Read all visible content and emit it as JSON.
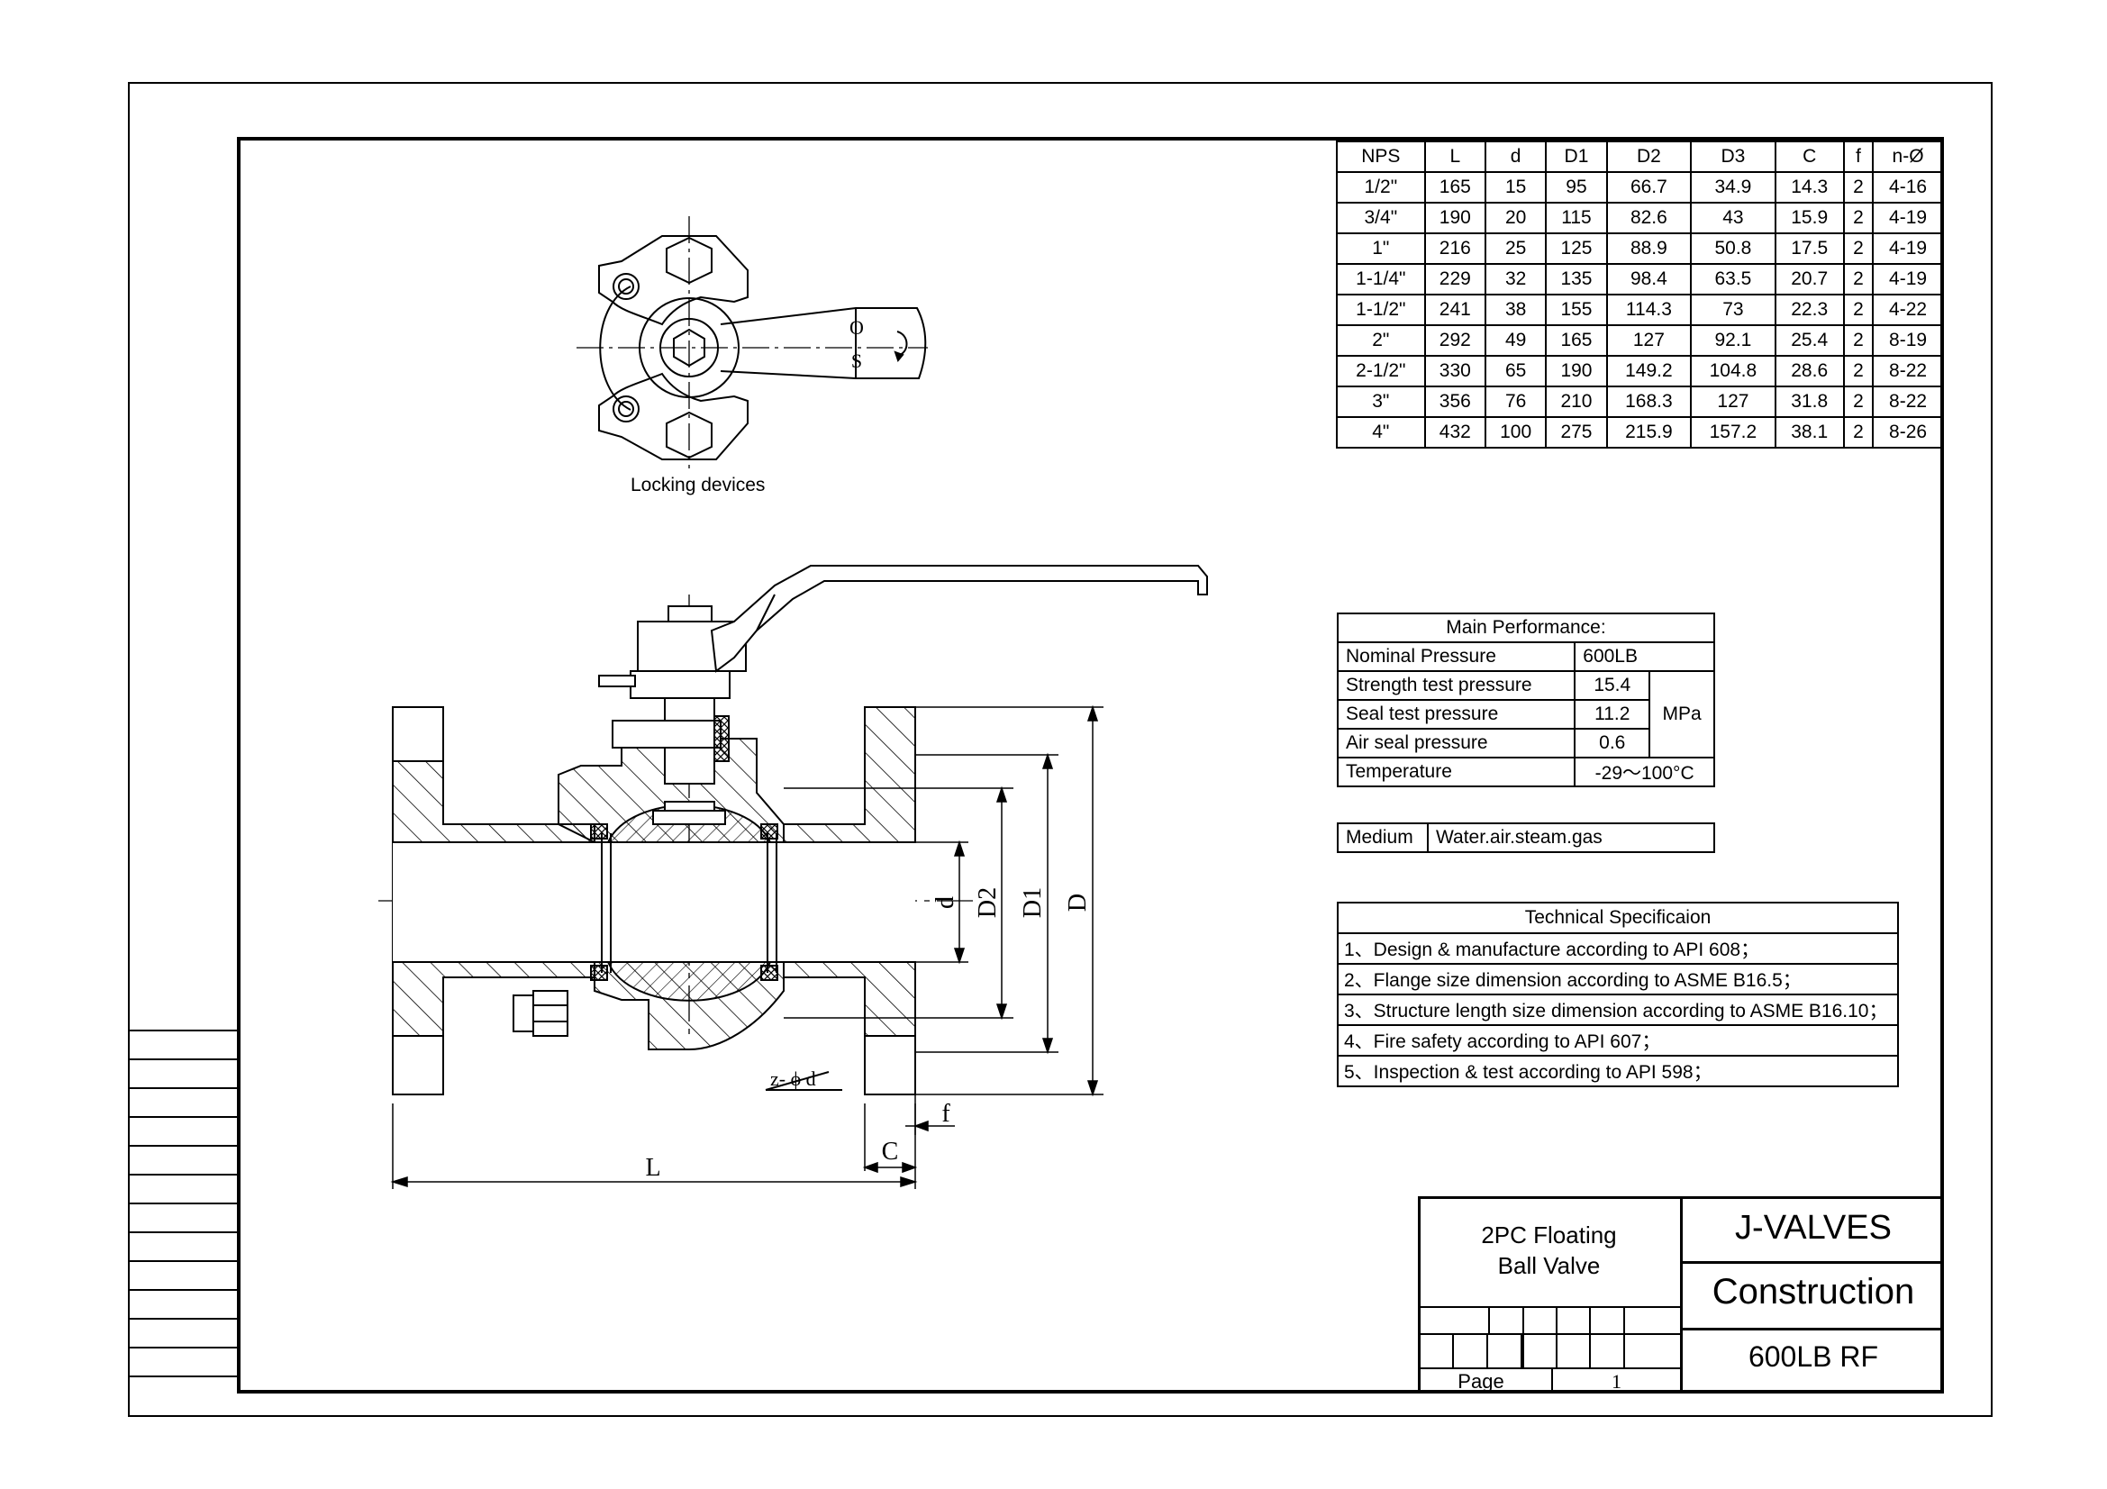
{
  "locking_label": "Locking devices",
  "handle_marks": {
    "open": "O",
    "shut": "S"
  },
  "dimension_labels": {
    "L": "L",
    "C": "C",
    "f": "f",
    "d": "d",
    "D2": "D2",
    "D1": "D1",
    "D": "D",
    "bolt": "z- ϕ d"
  },
  "dimension_table": {
    "headers": [
      "NPS",
      "L",
      "d",
      "D1",
      "D2",
      "D3",
      "C",
      "f",
      "n-Ø"
    ],
    "rows": [
      [
        "1/2\"",
        "165",
        "15",
        "95",
        "66.7",
        "34.9",
        "14.3",
        "2",
        "4-16"
      ],
      [
        "3/4\"",
        "190",
        "20",
        "115",
        "82.6",
        "43",
        "15.9",
        "2",
        "4-19"
      ],
      [
        "1\"",
        "216",
        "25",
        "125",
        "88.9",
        "50.8",
        "17.5",
        "2",
        "4-19"
      ],
      [
        "1-1/4\"",
        "229",
        "32",
        "135",
        "98.4",
        "63.5",
        "20.7",
        "2",
        "4-19"
      ],
      [
        "1-1/2\"",
        "241",
        "38",
        "155",
        "114.3",
        "73",
        "22.3",
        "2",
        "4-22"
      ],
      [
        "2\"",
        "292",
        "49",
        "165",
        "127",
        "92.1",
        "25.4",
        "2",
        "8-19"
      ],
      [
        "2-1/2\"",
        "330",
        "65",
        "190",
        "149.2",
        "104.8",
        "28.6",
        "2",
        "8-22"
      ],
      [
        "3\"",
        "356",
        "76",
        "210",
        "168.3",
        "127",
        "31.8",
        "2",
        "8-22"
      ],
      [
        "4\"",
        "432",
        "100",
        "275",
        "215.9",
        "157.2",
        "38.1",
        "2",
        "8-26"
      ]
    ]
  },
  "performance": {
    "title": "Main Performance:",
    "nominal_label": "Nominal Pressure",
    "nominal_value": "600LB",
    "strength_label": "Strength test pressure",
    "strength_value": "15.4",
    "seal_label": "Seal test pressure",
    "seal_value": "11.2",
    "air_label": "Air seal pressure",
    "air_value": "0.6",
    "unit": "MPa",
    "temp_label": "Temperature",
    "temp_value": "-29～100°C",
    "medium_label": "Medium",
    "medium_value": "Water.air.steam.gas"
  },
  "technical": {
    "title": "Technical Specificaion",
    "items": [
      "1、Design & manufacture according to API 608；",
      "2、Flange size dimension according to ASME B16.5；",
      "3、Structure length size dimension according to ASME B16.10；",
      "4、Fire safety according to API 607；",
      "5、Inspection & test according to API 598；"
    ]
  },
  "title_block": {
    "product_line1": "2PC Floating",
    "product_line2": "Ball Valve",
    "company": "J-VALVES",
    "drawing_type": "Construction",
    "model": "600LB RF",
    "page_label": "Page",
    "page_number": "1"
  }
}
